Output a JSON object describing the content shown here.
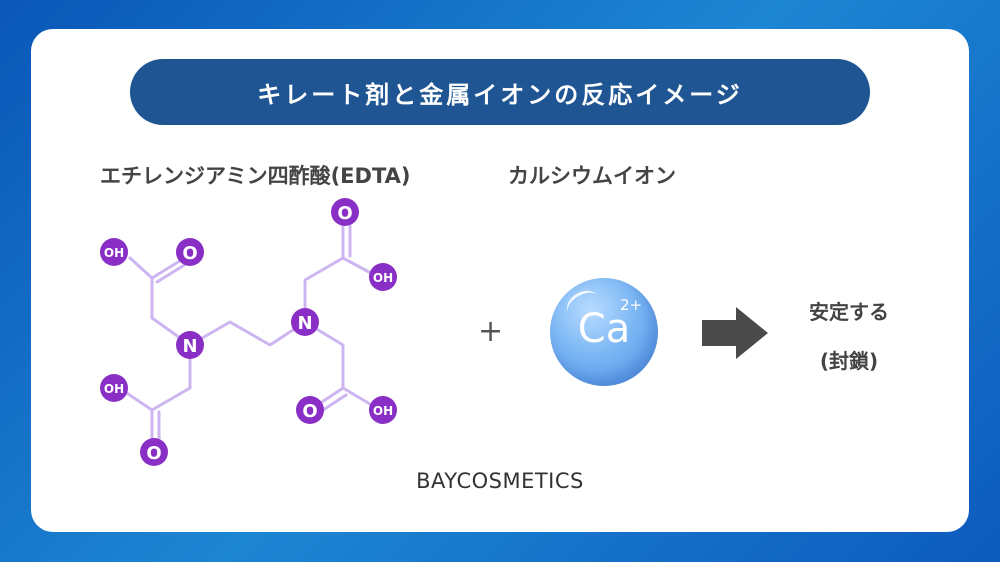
{
  "title": "キレート剤と金属イオンの反応イメージ",
  "edta": {
    "label": "エチレンジアミン四酢酸(EDTA)",
    "atoms": {
      "oh": "OH",
      "o": "O",
      "n": "N"
    }
  },
  "ion": {
    "label": "カルシウムイオン",
    "symbol": "Ca",
    "charge": "2+"
  },
  "plus": "+",
  "result": {
    "line1": "安定する",
    "line2": "(封鎖)"
  },
  "brand": "BAYCOSMETICS",
  "colors": {
    "title_bg": "#1f5592",
    "atom": "#8a2fc6",
    "bond": "#cdb5f2",
    "ion": "#7ab6f4",
    "arrow": "#4a4a4a"
  }
}
